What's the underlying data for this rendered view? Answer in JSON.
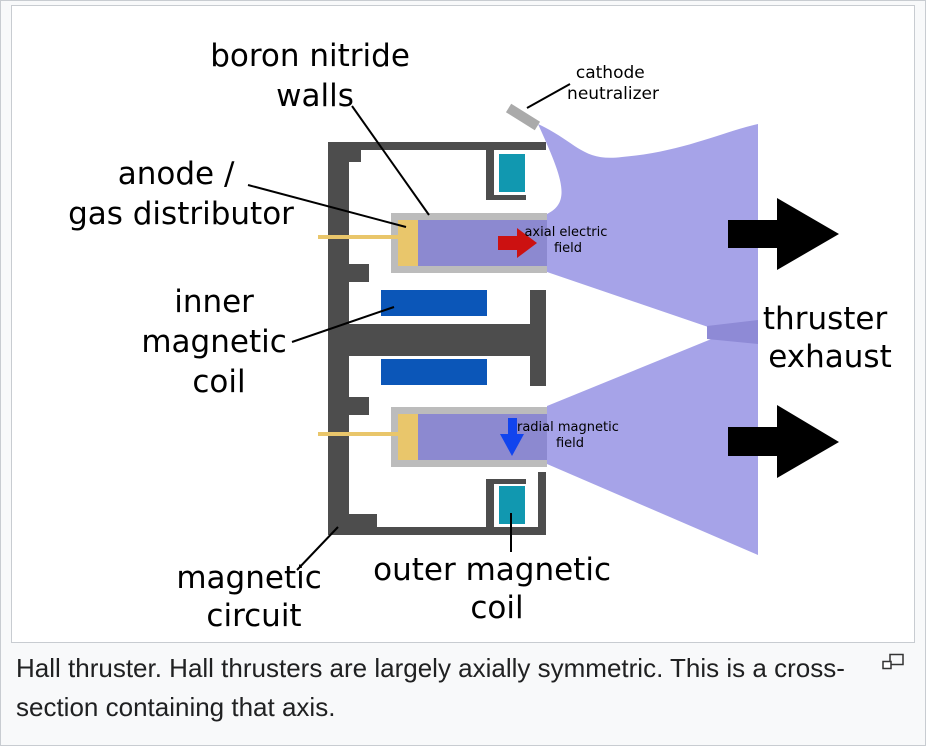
{
  "diagram": {
    "labels": {
      "boron_nitride_walls": [
        "boron nitride",
        "walls"
      ],
      "cathode_neutralizer": [
        "cathode",
        "neutralizer"
      ],
      "anode_gas_distributor": [
        "anode /",
        "gas distributor"
      ],
      "inner_magnetic_coil": [
        "inner",
        "magnetic",
        "coil"
      ],
      "axial_electric_field": [
        "axial electric",
        "field"
      ],
      "radial_magnetic_field": [
        "radial magnetic",
        "field"
      ],
      "thruster_exhaust": [
        "thruster",
        "exhaust"
      ],
      "magnetic_circuit": [
        "magnetic",
        "circuit"
      ],
      "outer_magnetic_coil": [
        "outer magnetic",
        "coil"
      ]
    },
    "colors": {
      "metal": "#4d4d4d",
      "plasma": "#a6a3e8",
      "plasma_dark": "#8e8ad6",
      "channel": "#8c89d0",
      "wall": "#bcbcbc",
      "anode": "#e9c66b",
      "outer_coil": "#1198b0",
      "inner_coil": "#0b56b8",
      "electric_arrow": "#cc1111",
      "magnetic_arrow": "#1144ee"
    }
  },
  "caption": "Hall thruster. Hall thrusters are largely axially symmetric. This is a cross-section containing that axis.",
  "icons": {
    "enlarge": "enlarge-icon"
  }
}
